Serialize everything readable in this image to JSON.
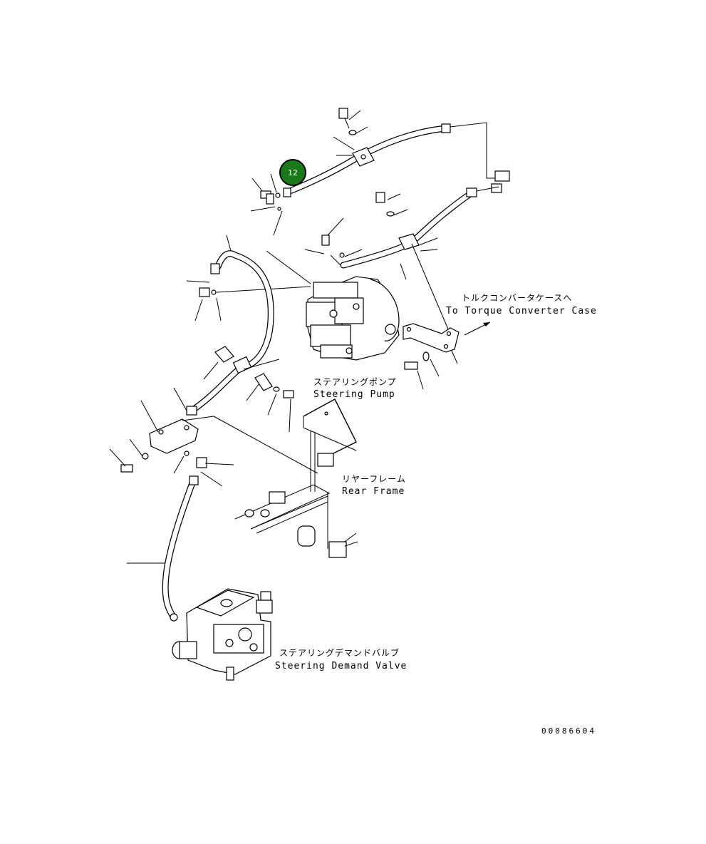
{
  "callout": {
    "number": "12",
    "color": "#1a7a1a"
  },
  "labels": {
    "torque_converter": {
      "jp": "トルクコンバータケースへ",
      "en": "To Torque Converter Case"
    },
    "steering_pump": {
      "jp": "ステアリングポンプ",
      "en": "Steering Pump"
    },
    "rear_frame": {
      "jp": "リヤーフレーム",
      "en": "Rear Frame"
    },
    "demand_valve": {
      "jp": "ステアリングデマンドバルブ",
      "en": "Steering Demand Valve"
    }
  },
  "drawing_number": "00086604"
}
